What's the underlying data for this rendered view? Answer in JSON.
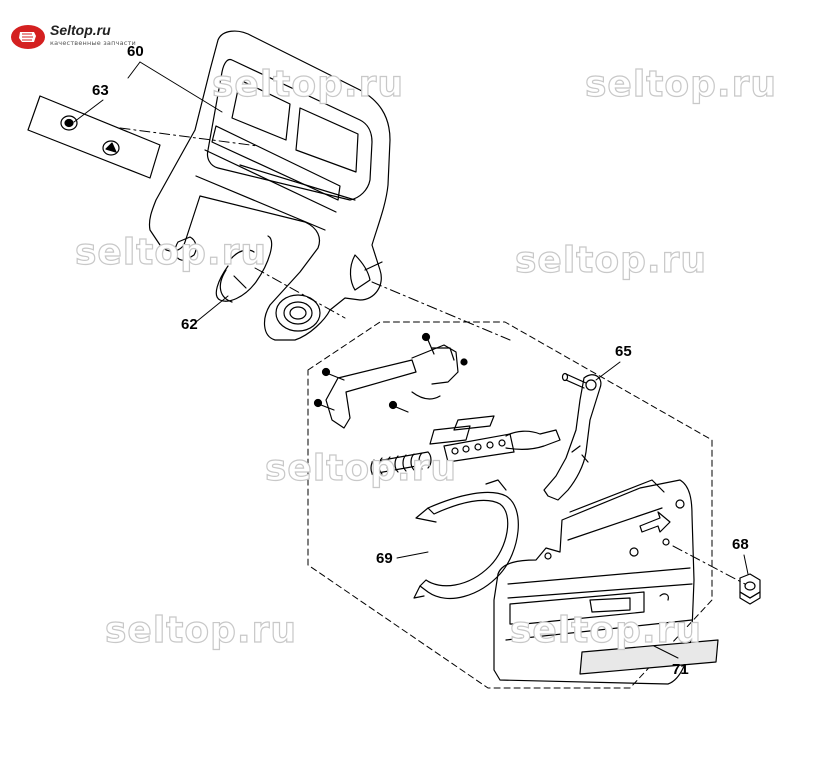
{
  "logo": {
    "name": "Seltop.ru",
    "tagline": "качественные запчасти"
  },
  "watermarks": [
    "seltop.ru",
    "seltop.ru",
    "seltop.ru",
    "seltop.ru",
    "seltop.ru",
    "seltop.ru",
    "seltop.ru"
  ],
  "callouts": {
    "c60": "60",
    "c63": "63",
    "c62": "62",
    "c65": "65",
    "c69": "69",
    "c68": "68",
    "c71": "71"
  },
  "colors": {
    "line": "#000000",
    "watermark_outline": "#c8c8c8",
    "logo_red": "#d42020"
  }
}
